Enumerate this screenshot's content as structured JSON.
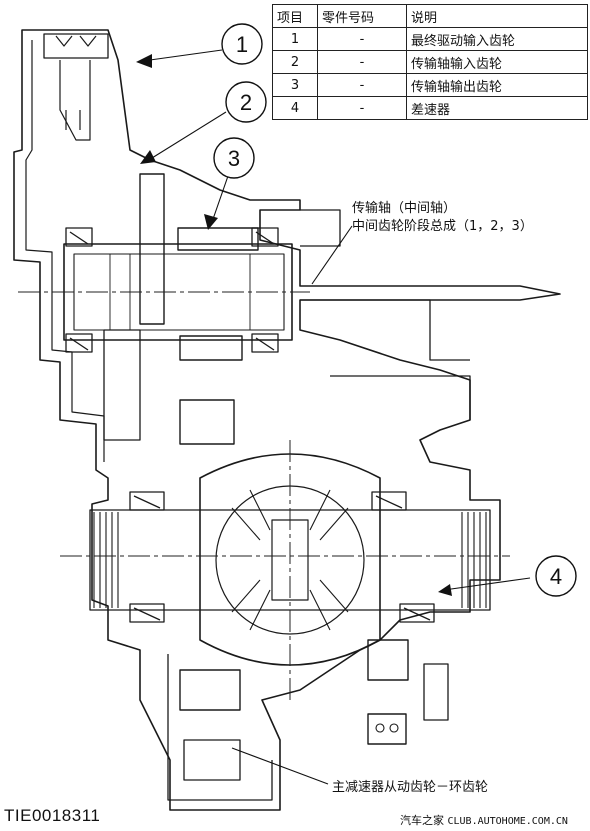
{
  "table": {
    "headers": [
      "项目",
      "零件号码",
      "说明"
    ],
    "rows": [
      [
        "1",
        "-",
        "最终驱动输入齿轮"
      ],
      [
        "2",
        "-",
        "传输轴输入齿轮"
      ],
      [
        "3",
        "-",
        "传输轴输出齿轮"
      ],
      [
        "4",
        "-",
        "差速器"
      ]
    ]
  },
  "callouts": [
    "1",
    "2",
    "3",
    "4"
  ],
  "labels": {
    "shaft_line1": "传输轴（中间轴）",
    "shaft_line2": "中间齿轮阶段总成（1，2，3）",
    "ring_gear": "主减速器从动齿轮－环齿轮"
  },
  "figure_code": "TIE0018311",
  "watermark": {
    "site": "汽车之家",
    "url": "CLUB.AUTOHOME.COM.CN"
  }
}
